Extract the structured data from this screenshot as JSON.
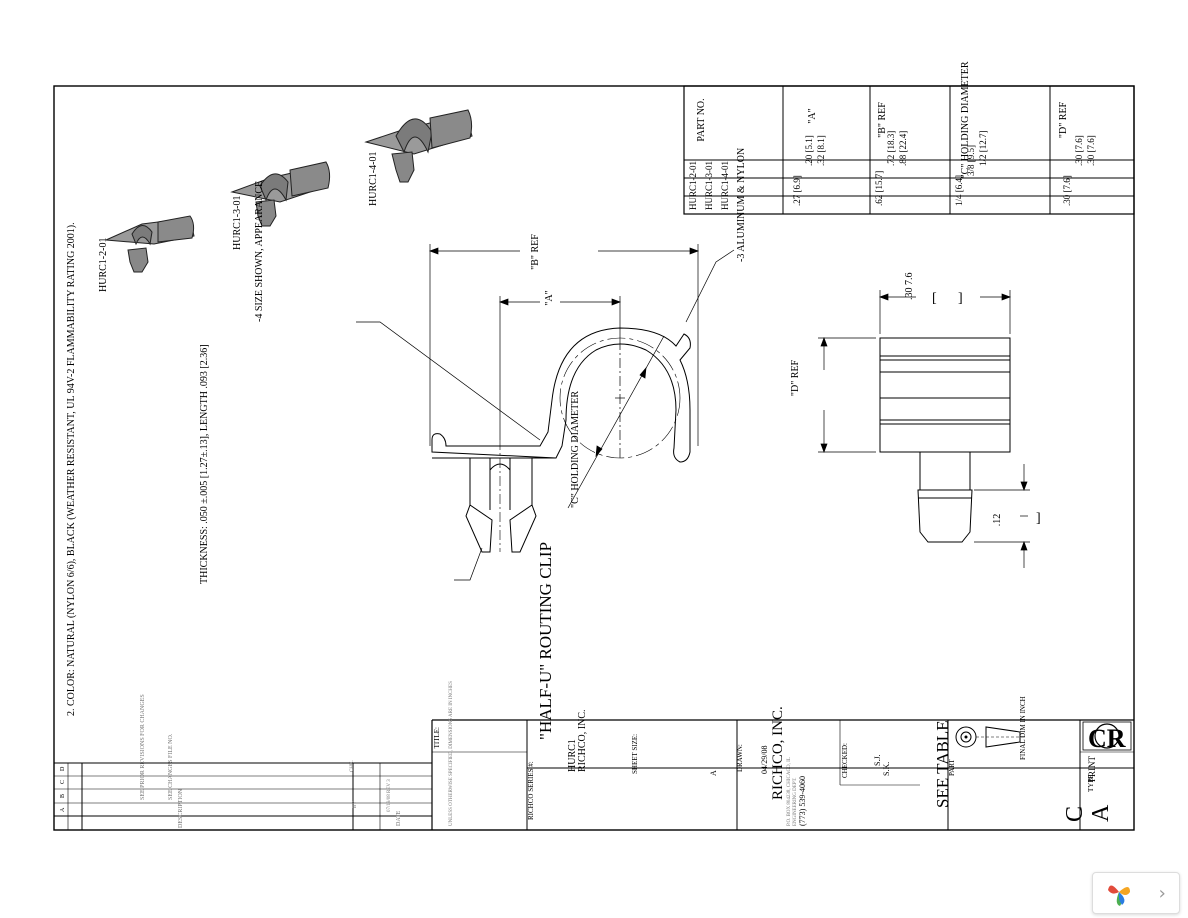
{
  "title_block": {
    "title_caption": "TITLE:",
    "title": "\"HALF-U\" ROUTING CLIP",
    "company": "RICHCO, INC.",
    "company_alt": "RICHCO, INC.",
    "address_line": "P.O. BOX 804238, CHICAGO, IL",
    "address_line2": "ENGINEERING DEPT.",
    "phone": "(773) 539-4060",
    "series_caption": "RICHCO SERIES #:",
    "series": "HURC1",
    "sheet_size_caption": "SHEET SIZE:",
    "sheet_size": "A",
    "drawn_caption": "DRAWN:",
    "drawn_date": "04/29/08",
    "checked_caption": "CHECKED:",
    "checked_by": "S.J.",
    "approved_by": "S.K.",
    "tolerance_note": "UNLESS OTHERWISE SPECIFIED, DIMENSIONS ARE IN INCHES",
    "part_caption": "PART",
    "part_value": "SEE TABLE",
    "final_units": "FINAL DIM IN INCH",
    "type_caption": "TYPE",
    "type_value": "PRINT",
    "size_letter": "C",
    "rev_letter": "A"
  },
  "revision_block": {
    "rows": [
      "A",
      "B",
      "C",
      "D"
    ],
    "description_caption": "DESCRIPTION",
    "changes_caption": "SEE CHANGES FILE NO.",
    "changes_note": "SEE PRIOR REVISIONS FOR CHANGES",
    "date_caption": "DATE",
    "date_value": "07/19/08 REV 3",
    "by_caption": "BY",
    "chk_caption": "CHK."
  },
  "notes": {
    "note_2": "2. COLOR: NATURAL (NYLON 6/6), BLACK (WEATHER RESISTANT, UL 94V-2 FLAMMABILITY RATING 2001).",
    "note_1": "THICKNESS: .050 ±.005 [1.27±.13], LENGTH .093 [2.36]",
    "part_callout": "-4 SIZE SHOWN, APPEARANCE",
    "material_callout": "-3 ALUMINUM & NYLON"
  },
  "isometric_labels": [
    "HURC1-2-01",
    "HURC1-3-01",
    "HURC1-4-01"
  ],
  "dimensions": {
    "b_ref": "\"B\" REF",
    "a": "\"A\"",
    "c_holding": "\"C\" HOLDING DIAMETER",
    "d_ref": "\"D\" REF",
    "width_30": ".30 7.6",
    "dim_12": ".12",
    "bracket_l": "[",
    "bracket_r": "]"
  },
  "part_table": {
    "headers": [
      "PART NO.",
      "\"A\"",
      "\"B\" REF",
      "\"C\" HOLDING DIAMETER",
      "\"D\" REF"
    ],
    "rows": [
      [
        "HURC1-2-01",
        ".27 [6.9]",
        ".62 [15.7]",
        "1/4 [6.4]",
        ".30 [7.6]"
      ],
      [
        "HURC1-3-01",
        ".20 [5.1]",
        ".72 [18.3]",
        "3/8 [9.5]",
        ".30 [7.6]"
      ],
      [
        "HURC1-4-01",
        ".32 [8.1]",
        ".88 [22.4]",
        "1/2 [12.7]",
        ".30 [7.6]"
      ]
    ]
  },
  "logo_letters": "CR",
  "viewer": {
    "chevron": "›"
  }
}
